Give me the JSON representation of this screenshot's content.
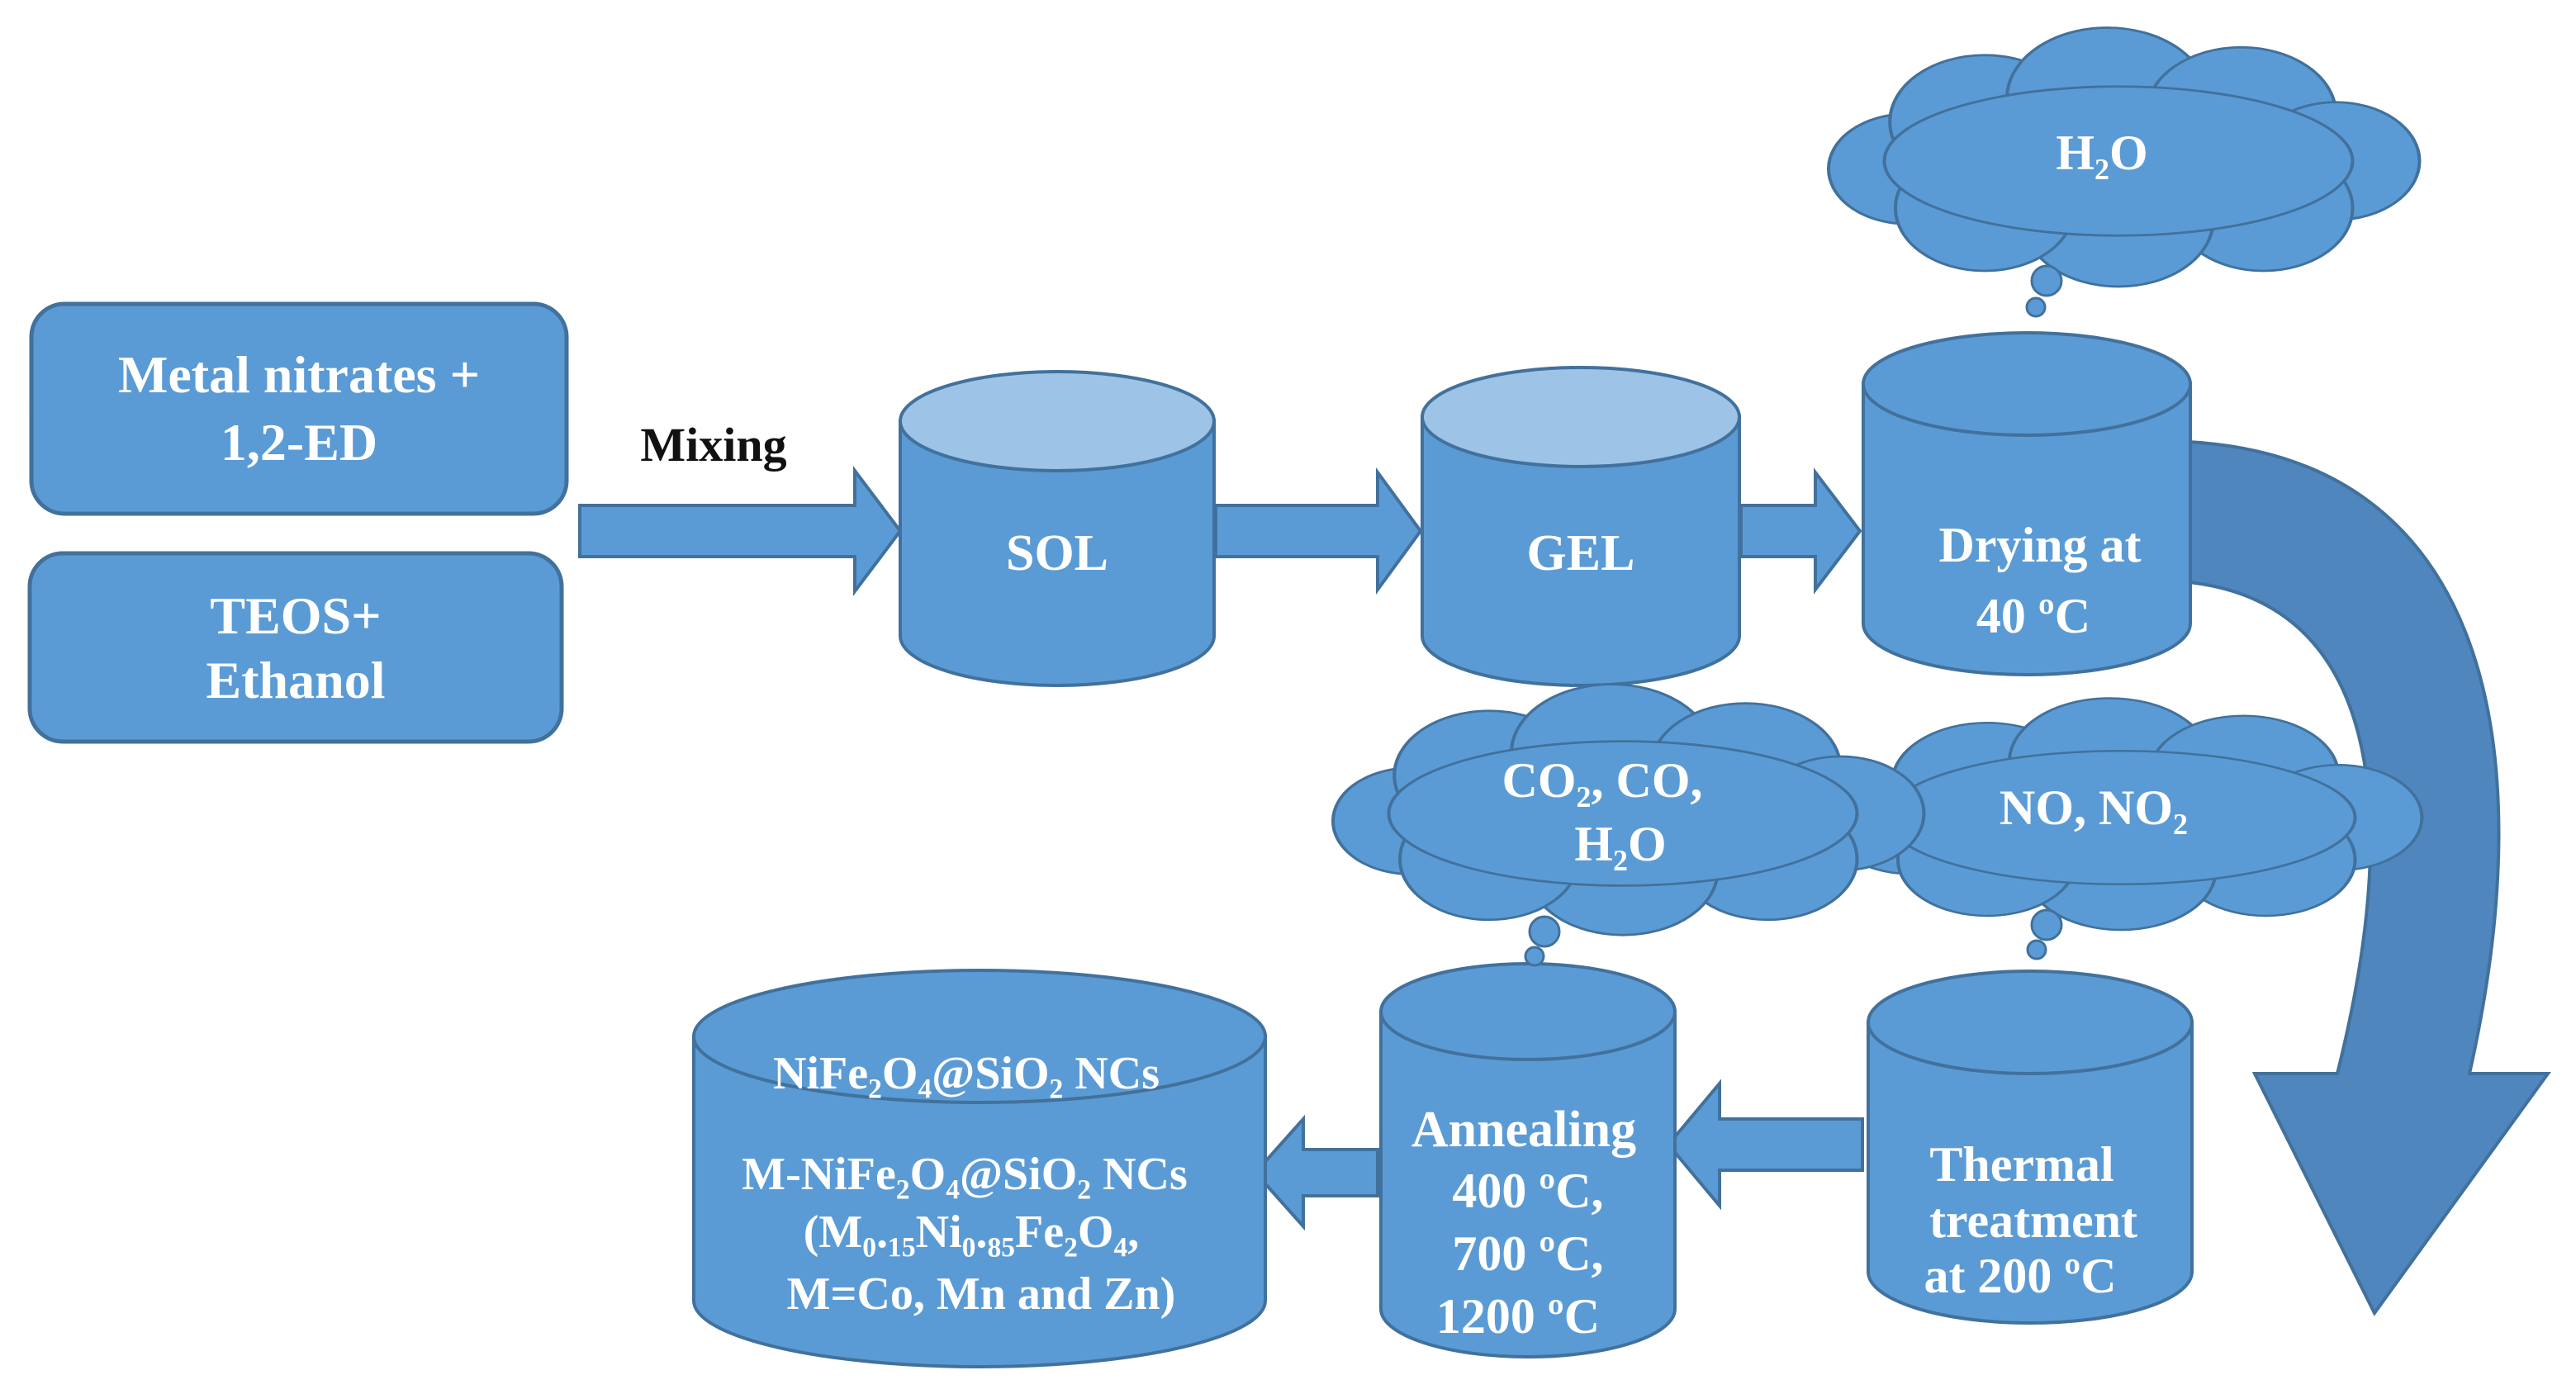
{
  "colors": {
    "shape_fill": "#5b9bd5",
    "cylinder_top_light": "#9dc3e6",
    "outline": "#41719c",
    "text": "#ffffff",
    "curved_arrow": "#4a7fb5"
  },
  "inputs": {
    "box1": {
      "line1": "Metal nitrates +",
      "line2": "1,2-ED"
    },
    "box2": {
      "line1": "TEOS+",
      "line2": "Ethanol"
    }
  },
  "mixing_label": "Mixing",
  "steps": {
    "sol": "SOL",
    "gel": "GEL",
    "drying": {
      "line1": "Drying  at",
      "line2": "40 ºC"
    },
    "thermal": {
      "line1": "Thermal",
      "line2": "treatment",
      "line3": "at 200 ºC"
    },
    "annealing": {
      "line1": "Annealing",
      "line2": "400 ºC,",
      "line3": "700 ºC,",
      "line4": "1200 ºC"
    },
    "product": {
      "line1": "NiFe₂O₄@SiO₂ NCs",
      "line2": "M-NiFe₂O₄@SiO₂ NCs",
      "line3": "(M₀.₁₅Ni₀.₈₅Fe₂O₄,",
      "line4": "M=Co, Mn and Zn)"
    }
  },
  "clouds": {
    "drying_gas": "H₂O",
    "thermal_gas": "NO, NO₂",
    "annealing_gas": {
      "line1": "CO₂, CO,",
      "line2": "H₂O"
    }
  }
}
